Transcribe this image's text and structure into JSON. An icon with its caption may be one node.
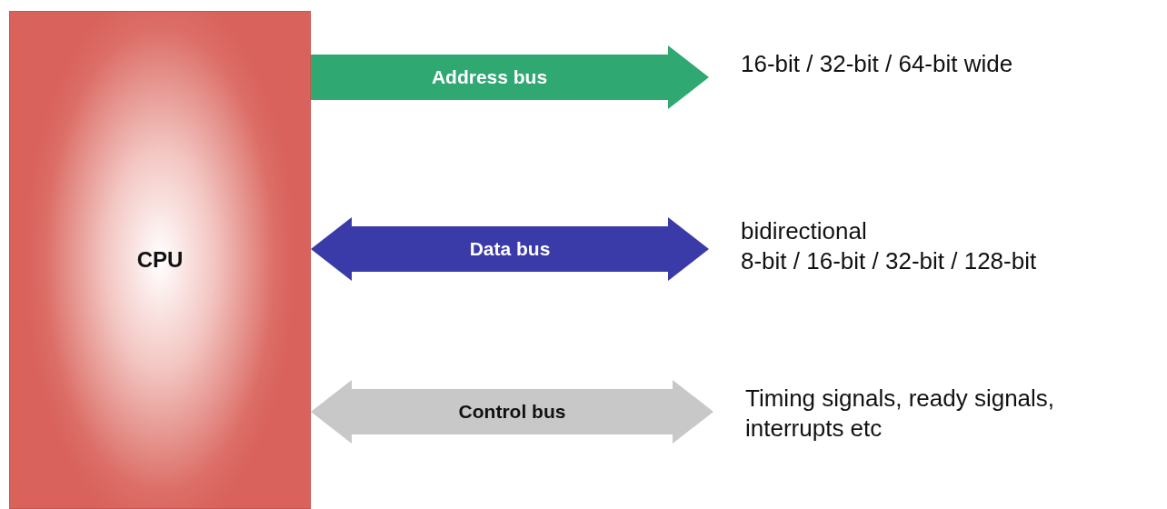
{
  "diagram": {
    "nodes": [
      {
        "text": [
          "CPU"
        ]
      },
      {
        "text": [
          "16-bit / 32-bit / 64-bit wide"
        ]
      },
      {
        "text": [
          "bidirectional",
          "8-bit / 16-bit / 32-bit / 128-bit"
        ]
      },
      {
        "text": [
          "Timing signals, ready signals, interrupts etc"
        ]
      }
    ],
    "edges": [
      {
        "from": 0,
        "to": 1,
        "arrow": "to",
        "label": "Address bus",
        "color": "#2fa872"
      },
      {
        "from": 0,
        "to": 2,
        "arrow": "both",
        "label": "Data bus",
        "color": "#3a3aa8"
      },
      {
        "from": 0,
        "to": 3,
        "arrow": "both",
        "label": "Control bus",
        "color": "#c8c8c8"
      }
    ]
  }
}
